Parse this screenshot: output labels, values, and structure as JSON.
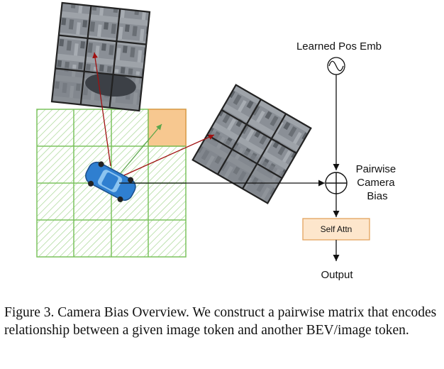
{
  "diagram": {
    "learned_pos_emb_label": "Learned Pos Emb",
    "pairwise_label_lines": [
      "Pairwise",
      "Camera",
      "Bias"
    ],
    "self_attn_label": "Self Attn",
    "output_label": "Output",
    "colors": {
      "grid_green": "#7cc35f",
      "highlight_cell": "#f7c890",
      "self_attn_fill": "#fde6cc",
      "self_attn_border": "#e3a35e",
      "red_arrow": "#a01010",
      "green_arrow": "#5aa64a",
      "car_blue": "#2f7fd0"
    },
    "icons": [
      "sine-wave-icon",
      "plus-circle-icon",
      "car-icon"
    ]
  },
  "caption": "Figure 3. Camera Bias Overview. We construct a pairwise matrix that encodes relationship between a given image token and another BEV/image token."
}
